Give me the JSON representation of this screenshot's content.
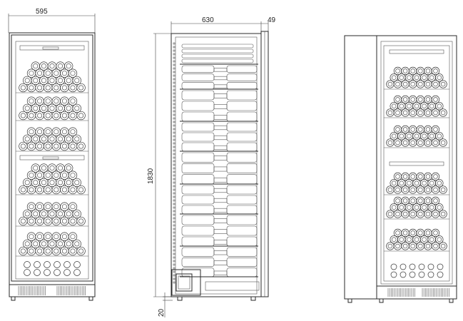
{
  "dimensions": {
    "front_width": "595",
    "side_depth": "630",
    "door_thickness": "49",
    "height": "1830",
    "feet_height": "20"
  },
  "views": [
    "front-view",
    "side-view",
    "perspective-view"
  ],
  "icons": {
    "bottle_end": "circle",
    "vent_grille": "vertical-lines"
  }
}
